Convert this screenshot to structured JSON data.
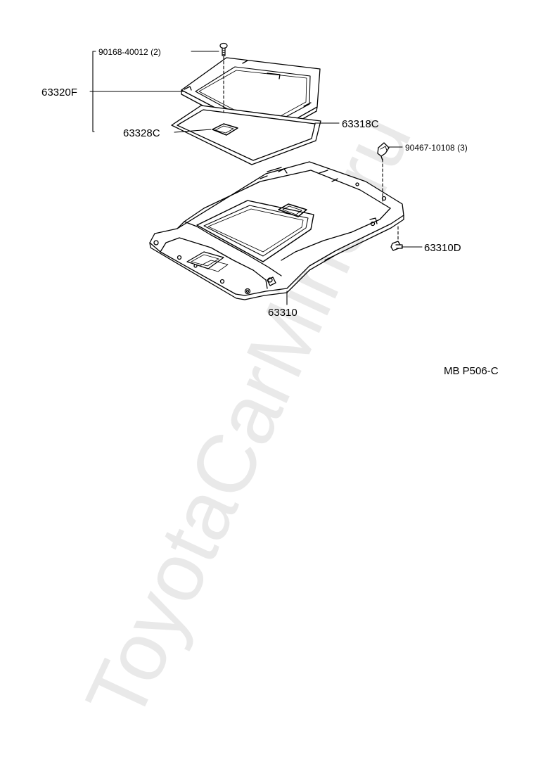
{
  "colors": {
    "ink": "#000000",
    "watermark": "#e9e9e9",
    "background": "#ffffff"
  },
  "watermark": {
    "text": "ToyotaCarMine.ru"
  },
  "labels": {
    "bolt": "90168-40012 (2)",
    "sunroof_trim": "63320F",
    "seal": "63328C",
    "frame": "63318C",
    "clip": "90467-10108 (3)",
    "retainer": "63310D",
    "headliner": "63310",
    "drawing_code": "MB P506-C"
  }
}
